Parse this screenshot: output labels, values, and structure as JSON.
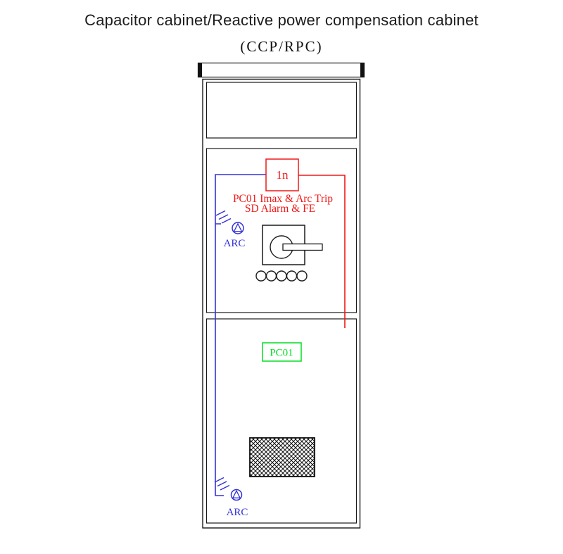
{
  "page": {
    "title": "Capacitor cabinet/Reactive power compensation cabinet",
    "subtitle": "(CCP/RPC)"
  },
  "diagram": {
    "relay_box": {
      "label": "1n"
    },
    "protection_note": {
      "line1": "PC01 Imax & Arc Trip",
      "line2": "SD Alarm & FE"
    },
    "arc_sensor_top": {
      "label": "ARC"
    },
    "arc_sensor_bottom": {
      "label": "ARC"
    },
    "panel_label": {
      "label": "PC01"
    },
    "colors": {
      "wire_blue": "#3232d8",
      "wire_red": "#f01818",
      "panel_green": "#00dd22",
      "line_black": "#1a1a1a"
    }
  }
}
